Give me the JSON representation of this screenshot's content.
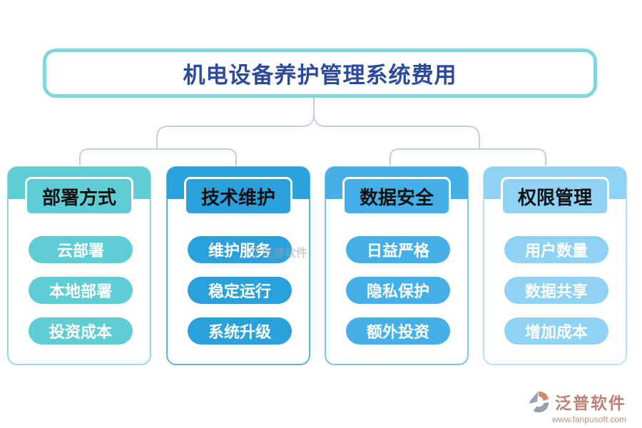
{
  "title": {
    "text": "机电设备养护管理系统费用"
  },
  "categories": [
    {
      "header": "部署方式",
      "items": [
        "云部署",
        "本地部署",
        "投资成本"
      ],
      "theme_color": "#5FCDD4",
      "border_color": "#8FDDE1"
    },
    {
      "header": "技术维护",
      "items": [
        "维护服务",
        "稳定运行",
        "系统升级"
      ],
      "theme_color": "#2AA1DB",
      "border_color": "#54B6E3"
    },
    {
      "header": "数据安全",
      "items": [
        "日益严格",
        "隐私保护",
        "额外投资"
      ],
      "theme_color": "#45B0E8",
      "border_color": "#74C6EF"
    },
    {
      "header": "权限管理",
      "items": [
        "用户数量",
        "数据共享",
        "增加成本"
      ],
      "theme_color": "#8FD2F4",
      "border_color": "#B5E2F8"
    }
  ],
  "watermark": {
    "brand": "泛普软件",
    "url": "www.fanpusoft.com"
  },
  "inline_watermark": {
    "brand": "泛普软件"
  },
  "colors": {
    "title_text": "#2B4A9D",
    "title_border": "#7CD8DC",
    "connector": "#C8CEE2",
    "header_text": "#111111",
    "item_text": "#FFFFFF",
    "watermark_text": "#BE7F77",
    "watermark_url": "#CE8C83"
  }
}
